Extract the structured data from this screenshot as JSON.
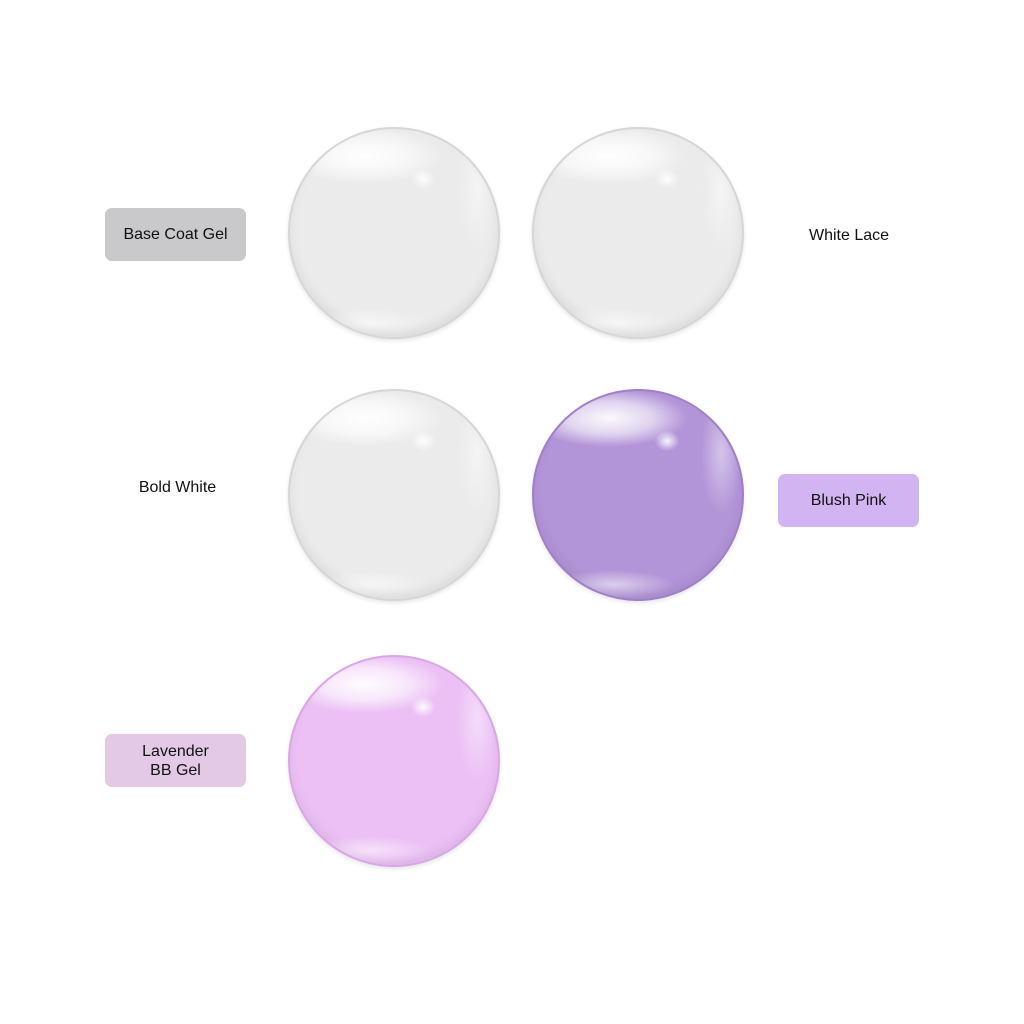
{
  "swatches": [
    {
      "id": "base",
      "name": "Base Coat Gel",
      "color": "#ebebeb",
      "rim": "#d6d6d6",
      "label_style": "tag",
      "label_bg": "#c9c9cb"
    },
    {
      "id": "lace",
      "name": "White Lace",
      "color": "#ebebeb",
      "rim": "#d6d6d6",
      "label_style": "plain",
      "label_bg": ""
    },
    {
      "id": "bold",
      "name": "Bold White",
      "color": "#ebebeb",
      "rim": "#d6d6d6",
      "label_style": "plain",
      "label_bg": ""
    },
    {
      "id": "blush",
      "name": "Blush Pink",
      "color": "#b294d8",
      "rim": "#9f7fc9",
      "label_style": "tag",
      "label_bg": "#d3b4f2"
    },
    {
      "id": "lav",
      "name": "Lavender\nBB Gel",
      "color": "#ecc0f5",
      "rim": "#d9a6e6",
      "label_style": "tag",
      "label_bg": "#e3c9e6"
    }
  ]
}
